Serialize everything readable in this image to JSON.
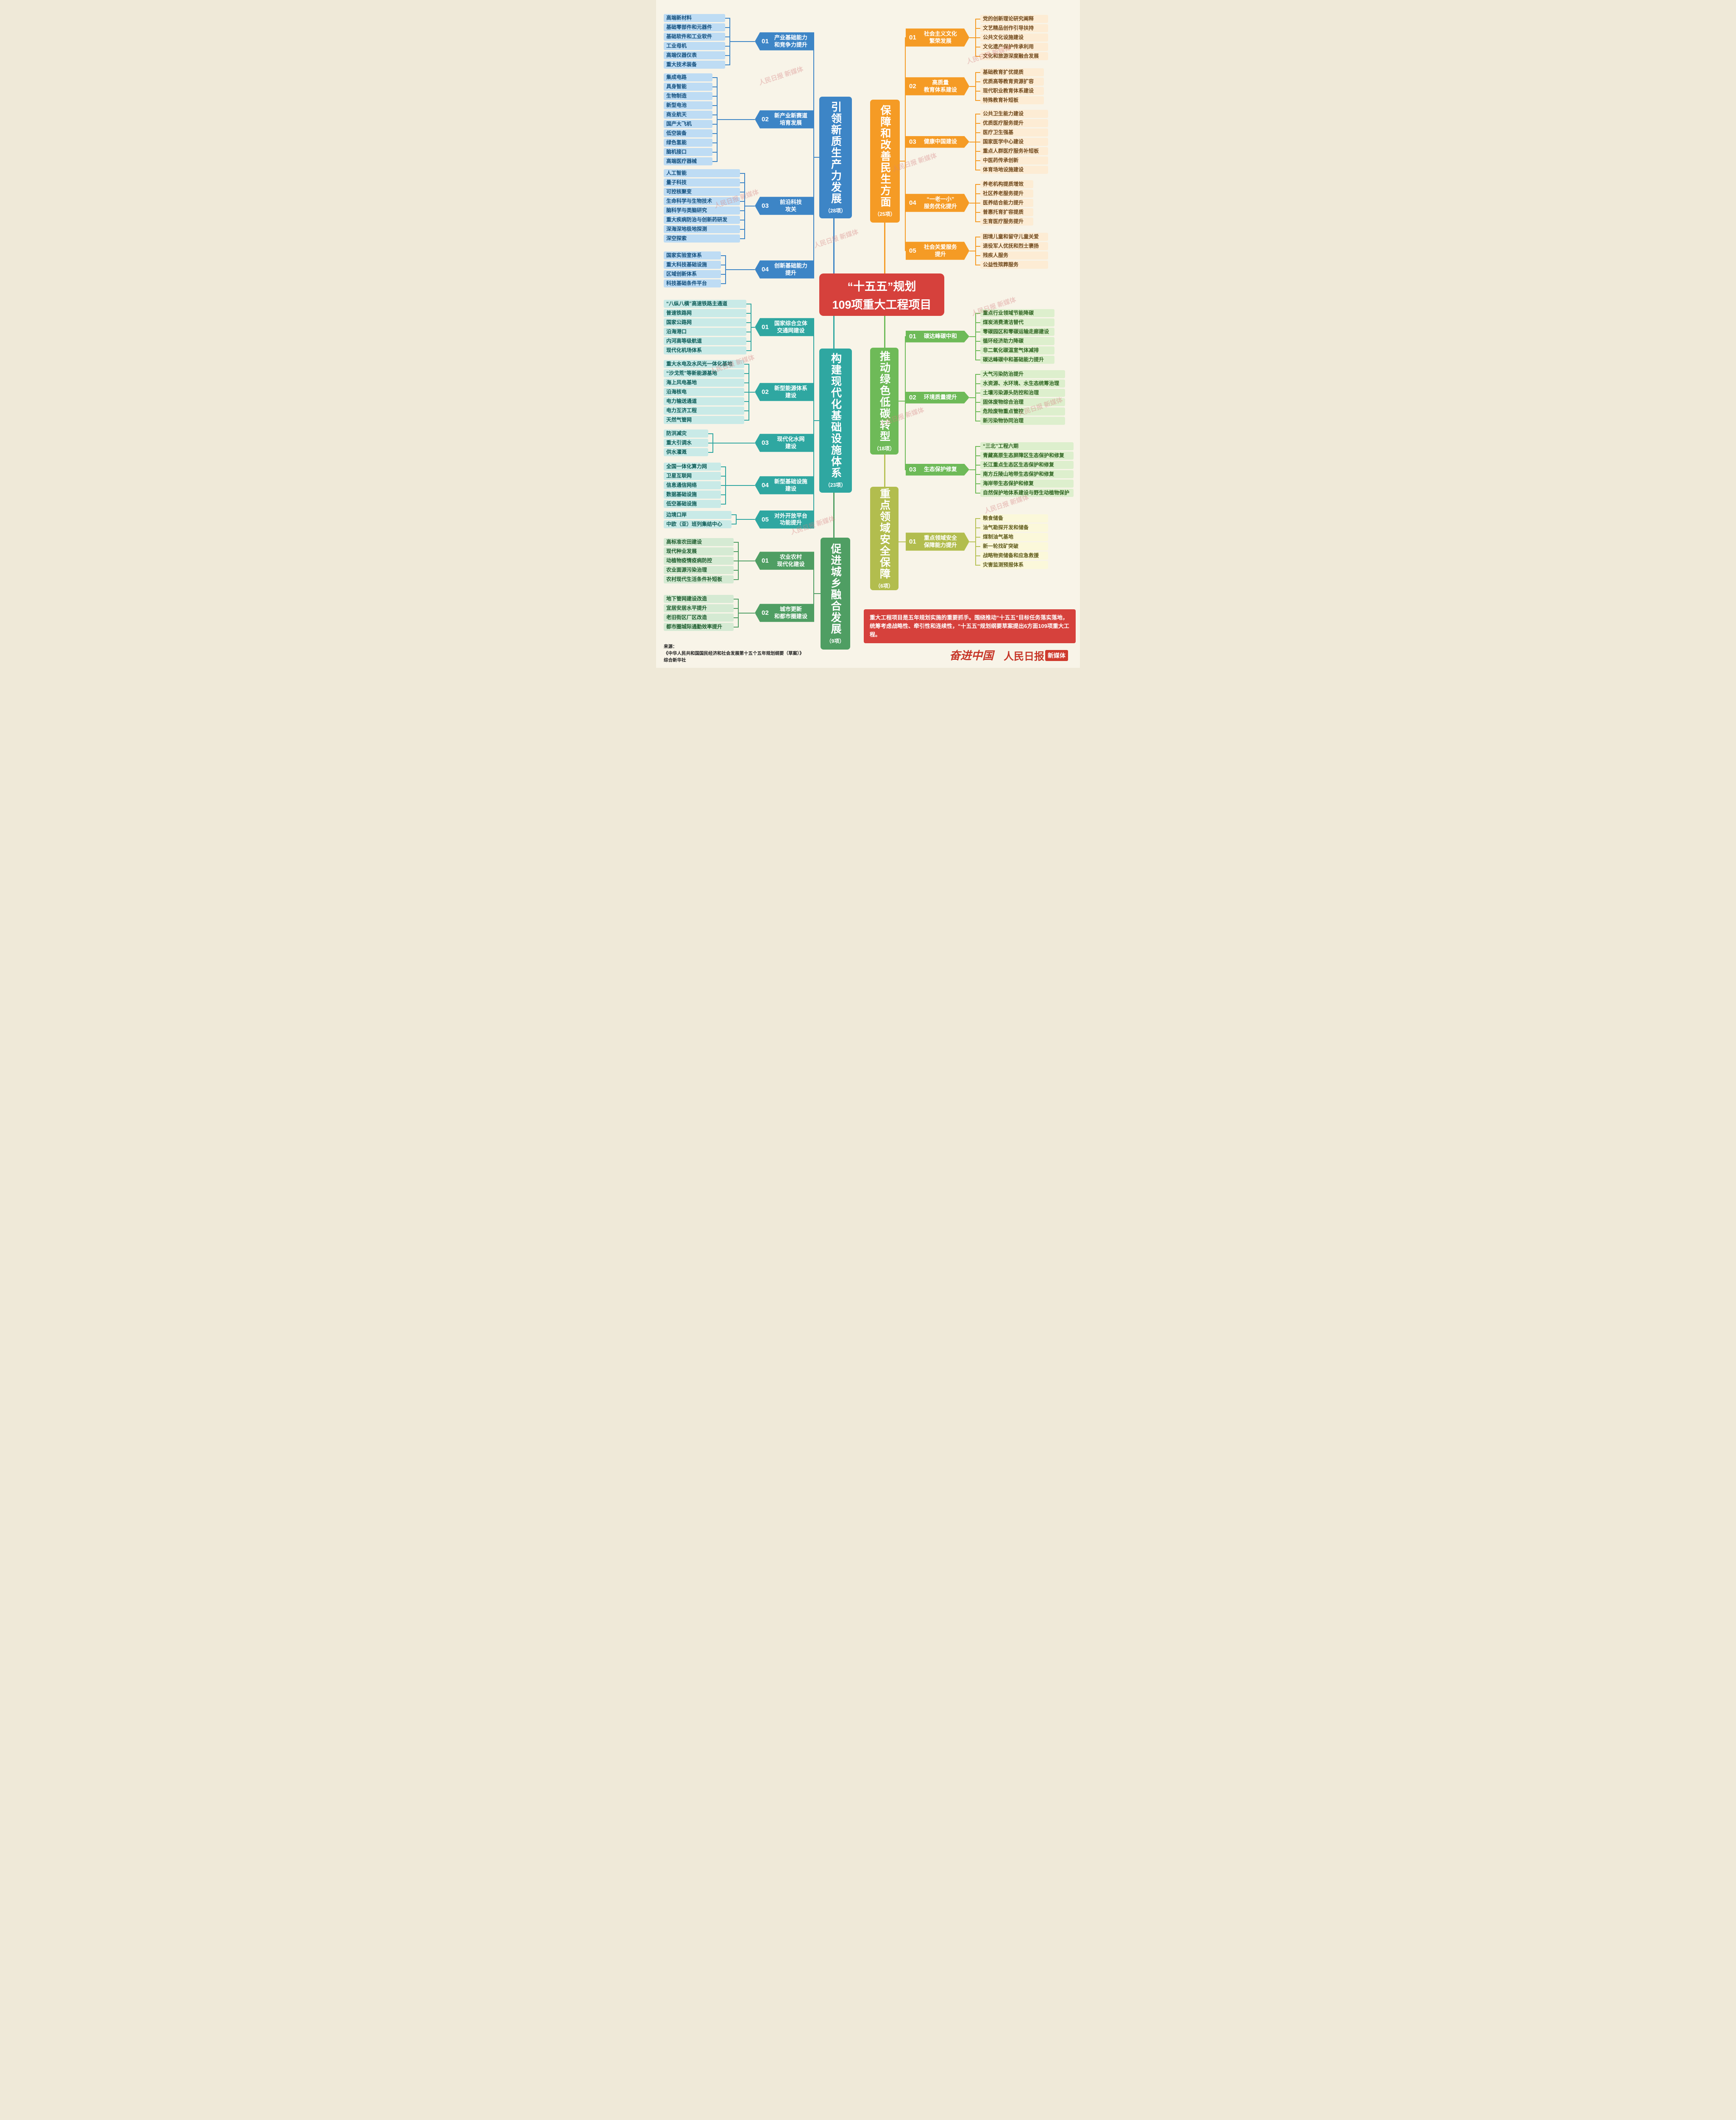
{
  "center": {
    "title_line1": "“十五五”规划",
    "title_line2": "109项重大工程项目"
  },
  "branches": [
    {
      "title": "引领新质生产力发展",
      "count": "（28项）",
      "groups": [
        {
          "num": "01",
          "label": "产业基础能力\n和竞争力提升",
          "items": [
            "高端新材料",
            "基础零部件和元器件",
            "基础软件和工业软件",
            "工业母机",
            "高端仪器仪表",
            "重大技术装备"
          ]
        },
        {
          "num": "02",
          "label": "新产业新赛道\n培育发展",
          "items": [
            "集成电路",
            "具身智能",
            "生物制造",
            "新型电池",
            "商业航天",
            "国产大飞机",
            "低空装备",
            "绿色氢能",
            "脑机接口",
            "高端医疗器械"
          ]
        },
        {
          "num": "03",
          "label": "前沿科技\n攻关",
          "items": [
            "人工智能",
            "量子科技",
            "可控核聚变",
            "生命科学与生物技术",
            "脑科学与类脑研究",
            "重大疾病防治与创新药研发",
            "深海深地极地探测",
            "深空探索"
          ]
        },
        {
          "num": "04",
          "label": "创新基础能力\n提升",
          "items": [
            "国家实验室体系",
            "重大科技基础设施",
            "区域创新体系",
            "科技基础条件平台"
          ]
        }
      ]
    },
    {
      "title": "保障和改善民生方面",
      "count": "（25项）",
      "groups": [
        {
          "num": "01",
          "label": "社会主义文化\n繁荣发展",
          "items": [
            "党的创新理论研究阐释",
            "文艺精品创作引导扶持",
            "公共文化设施建设",
            "文化遗产保护传承利用",
            "文化和旅游深度融合发展"
          ]
        },
        {
          "num": "02",
          "label": "高质量\n教育体系建设",
          "items": [
            "基础教育扩优提质",
            "优质高等教育资源扩容",
            "现代职业教育体系建设",
            "特殊教育补短板"
          ]
        },
        {
          "num": "03",
          "label": "健康中国建设",
          "items": [
            "公共卫生能力建设",
            "优质医疗服务提升",
            "医疗卫生强基",
            "国家医学中心建设",
            "重点人群医疗服务补短板",
            "中医药传承创新",
            "体育场地设施建设"
          ]
        },
        {
          "num": "04",
          "label": "“一老一小”\n服务优化提升",
          "items": [
            "养老机构提质增效",
            "社区养老服务提升",
            "医养结合能力提升",
            "普惠托育扩容提质",
            "生育医疗服务提升"
          ]
        },
        {
          "num": "05",
          "label": "社会关爱服务\n提升",
          "items": [
            "困境儿童和留守儿童关爱",
            "退役军人优抚和烈士褒扬",
            "残疾人服务",
            "公益性殡葬服务"
          ]
        }
      ]
    },
    {
      "title": "构建现代化基础设施体系",
      "count": "（23项）",
      "groups": [
        {
          "num": "01",
          "label": "国家综合立体\n交通网建设",
          "items": [
            "“八纵八横”高速铁路主通道",
            "普速铁路网",
            "国家公路网",
            "沿海港口",
            "内河高等级航道",
            "现代化机场体系"
          ]
        },
        {
          "num": "02",
          "label": "新型能源体系\n建设",
          "items": [
            "重大水电及水风光一体化基地",
            "“沙戈荒”等新能源基地",
            "海上风电基地",
            "沿海核电",
            "电力输送通道",
            "电力互济工程",
            "天然气管网"
          ]
        },
        {
          "num": "03",
          "label": "现代化水网\n建设",
          "items": [
            "防洪减灾",
            "重大引调水",
            "供水灌溉"
          ]
        },
        {
          "num": "04",
          "label": "新型基础设施\n建设",
          "items": [
            "全国一体化算力网",
            "卫星互联网",
            "信息通信网络",
            "数据基础设施",
            "低空基础设施"
          ]
        },
        {
          "num": "05",
          "label": "对外开放平台\n功能提升",
          "items": [
            "边境口岸",
            "中欧（亚）班列集结中心"
          ]
        }
      ]
    },
    {
      "title": "推动绿色低碳转型",
      "count": "（18项）",
      "groups": [
        {
          "num": "01",
          "label": "碳达峰碳中和",
          "items": [
            "重点行业领域节能降碳",
            "煤炭消费清洁替代",
            "零碳园区和零碳运输走廊建设",
            "循环经济助力降碳",
            "非二氧化碳温室气体减排",
            "碳达峰碳中和基础能力提升"
          ]
        },
        {
          "num": "02",
          "label": "环境质量提升",
          "items": [
            "大气污染防治提升",
            "水资源、水环境、水生态统筹治理",
            "土壤污染源头防控和治理",
            "固体废物综合治理",
            "危险废物重点管控",
            "新污染物协同治理"
          ]
        },
        {
          "num": "03",
          "label": "生态保护修复",
          "items": [
            "“三北”工程六期",
            "青藏高原生态屏障区生态保护和修复",
            "长江重点生态区生态保护和修复",
            "南方丘陵山地带生态保护和修复",
            "海岸带生态保护和修复",
            "自然保护地体系建设与野生动植物保护"
          ]
        }
      ]
    },
    {
      "title": "重点领域安全保障",
      "count": "（6项）",
      "groups": [
        {
          "num": "01",
          "label": "重点领域安全\n保障能力提升",
          "items": [
            "粮食储备",
            "油气勘探开发和储备",
            "煤制油气基地",
            "新一轮找矿突破",
            "战略物资储备和应急救援",
            "灾害监测预报体系"
          ]
        }
      ]
    },
    {
      "title": "促进城乡融合发展",
      "count": "（9项）",
      "groups": [
        {
          "num": "01",
          "label": "农业农村\n现代化建设",
          "items": [
            "高标准农田建设",
            "现代种业发展",
            "动植物疫情疫病防控",
            "农业面源污染治理",
            "农村现代生活条件补短板"
          ]
        },
        {
          "num": "02",
          "label": "城市更新\n和都市圈建设",
          "items": [
            "地下管网建设改造",
            "宜居安居水平提升",
            "老旧街区厂区改造",
            "都市圈城际通勤效率提升"
          ]
        }
      ]
    }
  ],
  "footer": {
    "note": "重大工程项目是五年规划实施的重要抓手。围绕推动“十五五”目标任务落实落地，统筹考虑战略性、牵引性和连续性，“十五五”规划纲要草案提出6方面109项重大工程。",
    "source_label": "来源：",
    "source_line1": "《中华人民共和国国民经济和社会发展第十五个五年规划纲要（草案）》",
    "source_line2": "综合新华社",
    "logo_slogan": "奋进中国",
    "logo_paper": "人民日报",
    "logo_newmedia": "新媒体"
  },
  "watermark": "人民日报 新媒体"
}
